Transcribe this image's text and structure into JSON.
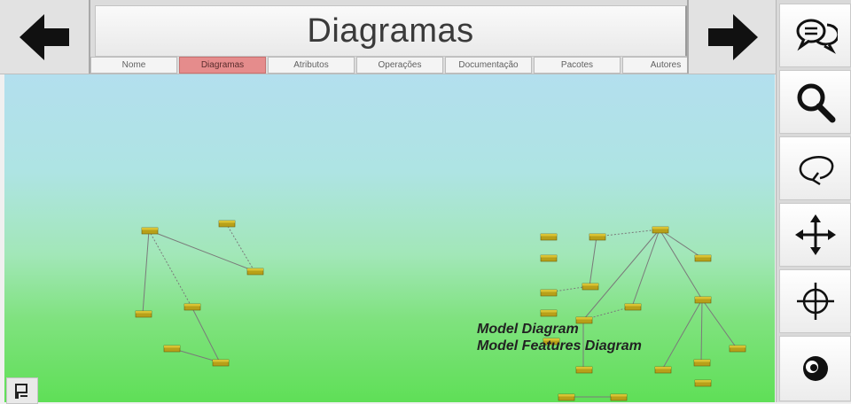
{
  "header": {
    "title": "Diagramas",
    "tabs": [
      {
        "label": "Nome",
        "active": false
      },
      {
        "label": "Diagramas",
        "active": true
      },
      {
        "label": "Atributos",
        "active": false
      },
      {
        "label": "Operações",
        "active": false
      },
      {
        "label": "Documentação",
        "active": false
      },
      {
        "label": "Pacotes",
        "active": false
      },
      {
        "label": "Autores",
        "active": false
      }
    ],
    "nav_icons": {
      "back": "arrow-left-icon",
      "forward": "arrow-right-icon"
    }
  },
  "toolbar": {
    "items": [
      {
        "name": "chat-icon"
      },
      {
        "name": "search-icon"
      },
      {
        "name": "rotate-icon"
      },
      {
        "name": "move-icon"
      },
      {
        "name": "crosshair-icon"
      },
      {
        "name": "eye-icon"
      }
    ]
  },
  "scene": {
    "labels": [
      "Model Diagram",
      "Model Features Diagram"
    ],
    "colors": {
      "node": "#b8a019",
      "node_top": "#d9c233",
      "edge": "#7a7a7a",
      "sky": "#b3dfee",
      "ground": "#5fdf57"
    }
  }
}
